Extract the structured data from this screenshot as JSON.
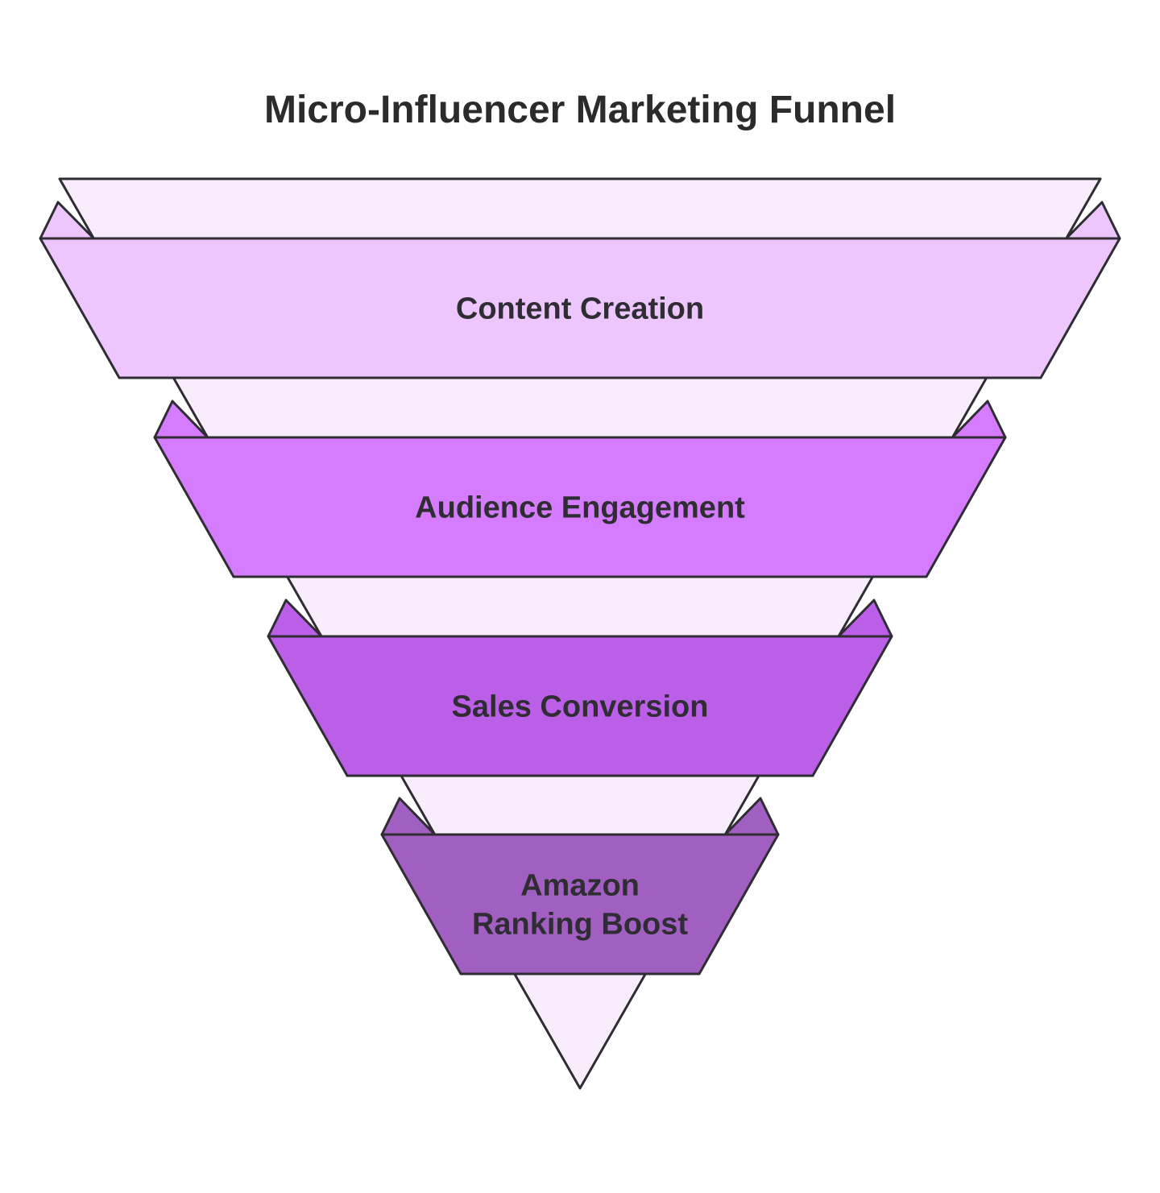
{
  "title": "Micro-Influencer Marketing Funnel",
  "colors": {
    "background": "#ffffff",
    "funnel_inner": "#f9ecfd",
    "outline": "#2f2d33",
    "text": "#2f2d33"
  },
  "stages": [
    {
      "label_lines": [
        "Content Creation"
      ],
      "color": "#ecc6fd"
    },
    {
      "label_lines": [
        "Audience Engagement"
      ],
      "color": "#d47cfd"
    },
    {
      "label_lines": [
        "Sales Conversion"
      ],
      "color": "#bb5fe8"
    },
    {
      "label_lines": [
        "Amazon",
        "Ranking Boost"
      ],
      "color": "#a15fc2"
    }
  ]
}
